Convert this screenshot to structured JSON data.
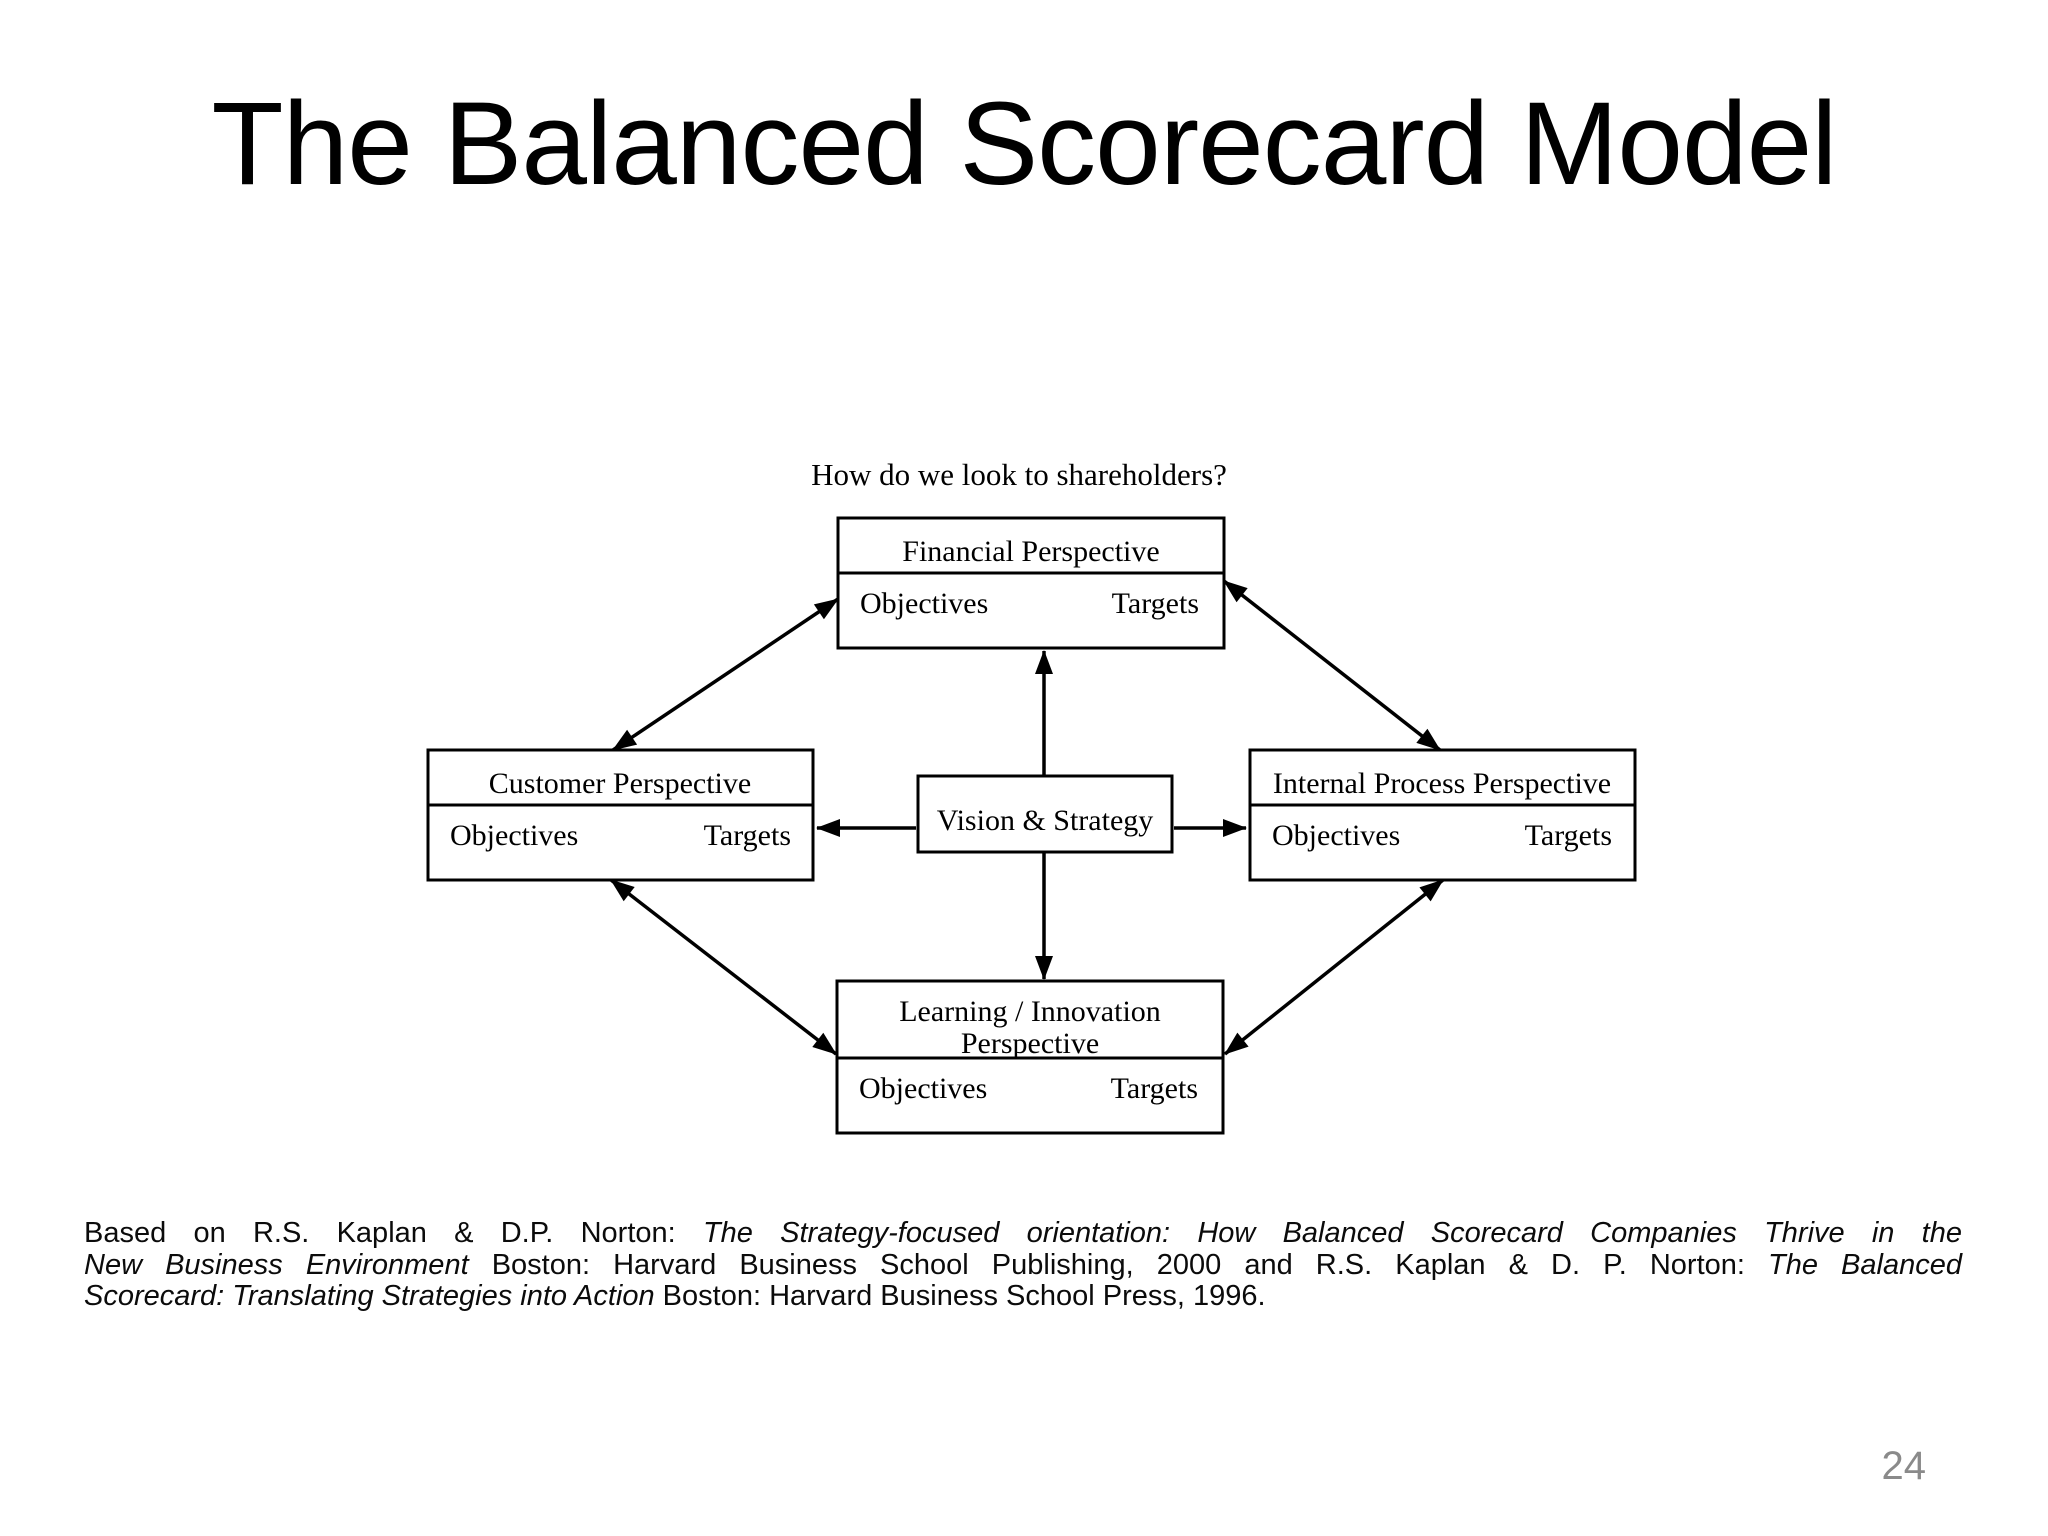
{
  "slide": {
    "title": "The Balanced Scorecard Model",
    "page_number": "24"
  },
  "diagram": {
    "question_top": "How do we look to shareholders?",
    "boxes": {
      "financial": {
        "title": "Financial Perspective",
        "objectives_label": "Objectives",
        "targets_label": "Targets"
      },
      "customer": {
        "title": "Customer Perspective",
        "objectives_label": "Objectives",
        "targets_label": "Targets"
      },
      "internal": {
        "title": "Internal Process Perspective",
        "objectives_label": "Objectives",
        "targets_label": "Targets"
      },
      "learning": {
        "title_line1": "Learning / Innovation",
        "title_line2": "Perspective",
        "objectives_label": "Objectives",
        "targets_label": "Targets"
      },
      "vision": {
        "title": "Vision & Strategy"
      }
    }
  },
  "citation": {
    "lines": [
      {
        "justify": true,
        "segments": [
          {
            "text": "Based on R.S. Kaplan & D.P. Norton: ",
            "italic": false
          },
          {
            "text": "The Strategy-focused orientation: How Balanced Scorecard Companies Thrive in the",
            "italic": true
          }
        ]
      },
      {
        "justify": true,
        "segments": [
          {
            "text": "New Business Environment",
            "italic": true
          },
          {
            "text": " Boston: Harvard Business School Publishing, 2000 and R.S. Kaplan & D. P. Norton: ",
            "italic": false
          },
          {
            "text": "The Balanced",
            "italic": true
          }
        ]
      },
      {
        "justify": false,
        "segments": [
          {
            "text": "Scorecard: Translating Strategies into Action",
            "italic": true
          },
          {
            "text": " Boston: Harvard Business School Press, 1996.",
            "italic": false
          }
        ]
      }
    ]
  },
  "colors": {
    "background": "#ffffff",
    "ink": "#000000",
    "page_number": "#8a8a8a"
  }
}
